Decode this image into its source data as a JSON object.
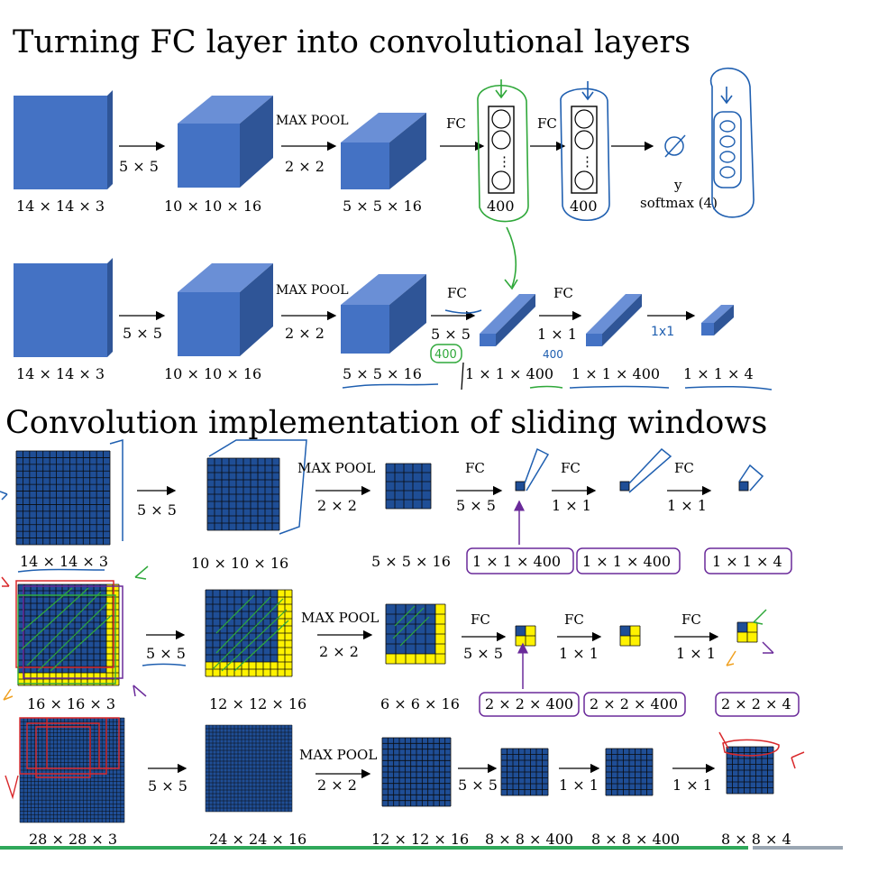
{
  "colors": {
    "block_front": "#4472c4",
    "block_top": "#6a8fd6",
    "block_side": "#2f5597",
    "grid_fill": "#1f4e96",
    "grid_line": "#0b0b0b",
    "yellow": "#fff200",
    "ink_green": "#2fa83a",
    "ink_blue": "#1f5fb0",
    "ink_purple": "#6a2a9a",
    "ink_red": "#d9282b",
    "ink_orange": "#f0a020"
  },
  "titles": {
    "top": "Turning FC layer into convolutional layers",
    "bottom": "Convolution implementation of sliding windows"
  },
  "row1": {
    "dims": [
      "14 × 14 × 3",
      "10 × 10 × 16",
      "5 × 5 × 16",
      "400",
      "400"
    ],
    "ops": [
      "5 × 5",
      "MAX POOL",
      "2 × 2",
      "FC",
      "FC"
    ],
    "y_label": "y",
    "softmax": "softmax (4)",
    "ellipsis": "⋮"
  },
  "row2": {
    "dims": [
      "14 × 14 × 3",
      "10 × 10 × 16",
      "5 × 5 × 16",
      "1 × 1 × 400",
      "1 × 1 × 400",
      "1 × 1 × 4"
    ],
    "ops": [
      "5 × 5",
      "MAX POOL",
      "2 × 2",
      "FC",
      "5 × 5",
      "FC",
      "1 × 1"
    ],
    "hand": [
      "400",
      "400",
      "1x1"
    ]
  },
  "row3": {
    "ops": [
      "5 × 5",
      "MAX POOL",
      "2 × 2",
      "FC",
      "5 × 5",
      "FC",
      "1 × 1",
      "FC",
      "1 × 1"
    ],
    "dims": [
      "14 × 14  × 3",
      "10 × 10 × 16",
      "5 × 5 × 16",
      "1 × 1 × 400",
      "1 × 1 × 400",
      "1 × 1 × 4"
    ]
  },
  "row4": {
    "ops": [
      "5 × 5",
      "MAX POOL",
      "2 × 2",
      "FC",
      "5 × 5",
      "FC",
      "1 × 1",
      "FC",
      "1 × 1"
    ],
    "dims": [
      "16 × 16 × 3",
      "12 × 12 × 16",
      "6 × 6 × 16",
      "2 × 2 × 400",
      "2 × 2 × 400",
      "2 × 2 × 4"
    ]
  },
  "row5": {
    "ops": [
      "5 × 5",
      "MAX POOL",
      "2 × 2",
      "5 × 5",
      "1 × 1",
      "1 × 1"
    ],
    "dims": [
      "28 × 28 × 3",
      "24 × 24 × 16",
      "12 × 12 × 16",
      "8 × 8 × 400",
      "8 × 8 × 400",
      "8 × 8 × 4"
    ]
  }
}
